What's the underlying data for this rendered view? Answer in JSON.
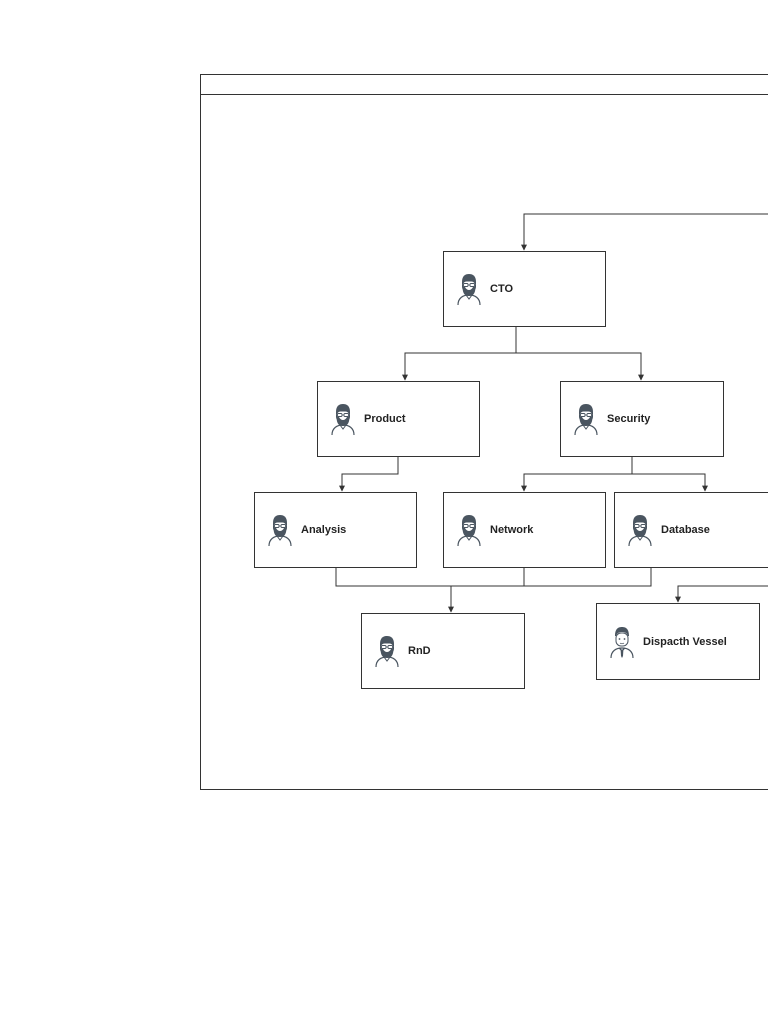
{
  "nodes": [
    {
      "id": "cto",
      "label": "CTO",
      "avatar": "bearded-man-icon"
    },
    {
      "id": "product",
      "label": "Product",
      "avatar": "bearded-man-icon"
    },
    {
      "id": "security",
      "label": "Security",
      "avatar": "bearded-man-icon"
    },
    {
      "id": "analysis",
      "label": "Analysis",
      "avatar": "bearded-man-icon"
    },
    {
      "id": "network",
      "label": "Network",
      "avatar": "bearded-man-icon"
    },
    {
      "id": "database",
      "label": "Database",
      "avatar": "bearded-man-icon"
    },
    {
      "id": "rnd",
      "label": "RnD",
      "avatar": "bearded-man-icon"
    },
    {
      "id": "dispatch",
      "label": "Dispacth Vessel",
      "avatar": "businessman-tie-icon"
    }
  ],
  "edges": [
    {
      "from": "cto",
      "to": "product"
    },
    {
      "from": "cto",
      "to": "security"
    },
    {
      "from": "product",
      "to": "analysis"
    },
    {
      "from": "security",
      "to": "network"
    },
    {
      "from": "security",
      "to": "database"
    },
    {
      "from": "analysis",
      "to": "rnd"
    },
    {
      "from": "network",
      "to": "rnd"
    },
    {
      "from": "database",
      "to": "rnd"
    }
  ],
  "colors": {
    "stroke": "#333333",
    "avatar_dark": "#4a5560",
    "avatar_skin": "#ffffff"
  }
}
